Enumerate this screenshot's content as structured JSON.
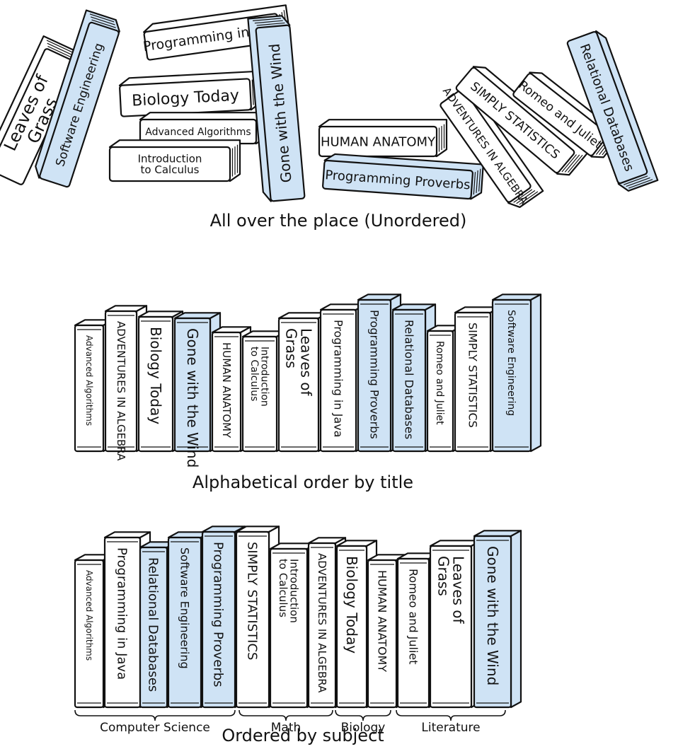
{
  "colors": {
    "blue": "#cfe3f5",
    "white": "#ffffff",
    "ink": "#111111"
  },
  "section1": {
    "caption": "All over the place (Unordered)",
    "books": [
      {
        "title": "Leaves of Grass",
        "lines": [
          "Leaves of",
          "Grass"
        ],
        "color": "white"
      },
      {
        "title": "Software Engineering",
        "lines": [
          "Software Engineering"
        ],
        "color": "blue"
      },
      {
        "title": "Programming in Java",
        "lines": [
          "Programming in Java"
        ],
        "color": "white"
      },
      {
        "title": "Biology Today",
        "lines": [
          "Biology Today"
        ],
        "color": "white"
      },
      {
        "title": "Advanced Algorithms",
        "lines": [
          "Advanced Algorithms"
        ],
        "color": "white"
      },
      {
        "title": "Introduction to Calculus",
        "lines": [
          "Introduction",
          "to Calculus"
        ],
        "color": "white"
      },
      {
        "title": "Gone with the Wind",
        "lines": [
          "Gone with the Wind"
        ],
        "color": "blue"
      },
      {
        "title": "HUMAN ANATOMY",
        "lines": [
          "HUMAN ANATOMY"
        ],
        "color": "white"
      },
      {
        "title": "Programming Proverbs",
        "lines": [
          "Programming Proverbs"
        ],
        "color": "blue"
      },
      {
        "title": "ADVENTURES IN ALGEBRA",
        "lines": [
          "ADVENTURES IN ALGEBRA"
        ],
        "color": "white"
      },
      {
        "title": "SIMPLY STATISTICS",
        "lines": [
          "SIMPLY STATISTICS"
        ],
        "color": "white"
      },
      {
        "title": "Romeo and Juliet",
        "lines": [
          "Romeo and Juliet"
        ],
        "color": "white"
      },
      {
        "title": "Relational Databases",
        "lines": [
          "Relational Databases"
        ],
        "color": "blue"
      }
    ]
  },
  "section2": {
    "caption": "Alphabetical order by title",
    "books": [
      {
        "lines": [
          "Advanced Algorithms"
        ],
        "color": "white"
      },
      {
        "lines": [
          "ADVENTURES IN ALGEBRA"
        ],
        "color": "white"
      },
      {
        "lines": [
          "Biology Today"
        ],
        "color": "white"
      },
      {
        "lines": [
          "Gone with the Wind"
        ],
        "color": "blue"
      },
      {
        "lines": [
          "HUMAN ANATOMY"
        ],
        "color": "white"
      },
      {
        "lines": [
          "Introduction",
          "to Calculus"
        ],
        "color": "white"
      },
      {
        "lines": [
          "Leaves of",
          "Grass"
        ],
        "color": "white"
      },
      {
        "lines": [
          "Programming in Java"
        ],
        "color": "white"
      },
      {
        "lines": [
          "Programming Proverbs"
        ],
        "color": "blue"
      },
      {
        "lines": [
          "Relational Databases"
        ],
        "color": "blue"
      },
      {
        "lines": [
          "Romeo and Juliet"
        ],
        "color": "white"
      },
      {
        "lines": [
          "SIMPLY STATISTICS"
        ],
        "color": "white"
      },
      {
        "lines": [
          "Software Engineering"
        ],
        "color": "blue"
      }
    ]
  },
  "section3": {
    "caption": "Ordered by subject",
    "books": [
      {
        "lines": [
          "Advanced Algorithms"
        ],
        "color": "white"
      },
      {
        "lines": [
          "Programming in Java"
        ],
        "color": "white"
      },
      {
        "lines": [
          "Relational Databases"
        ],
        "color": "blue"
      },
      {
        "lines": [
          "Software Engineering"
        ],
        "color": "blue"
      },
      {
        "lines": [
          "Programming Proverbs"
        ],
        "color": "blue"
      },
      {
        "lines": [
          "SIMPLY STATISTICS"
        ],
        "color": "white"
      },
      {
        "lines": [
          "Introduction",
          "to Calculus"
        ],
        "color": "white"
      },
      {
        "lines": [
          "ADVENTURES IN ALGEBRA"
        ],
        "color": "white"
      },
      {
        "lines": [
          "Biology Today"
        ],
        "color": "white"
      },
      {
        "lines": [
          "HUMAN ANATOMY"
        ],
        "color": "white"
      },
      {
        "lines": [
          "Romeo and Juliet"
        ],
        "color": "white"
      },
      {
        "lines": [
          "Leaves of",
          "Grass"
        ],
        "color": "white"
      },
      {
        "lines": [
          "Gone with the Wind"
        ],
        "color": "blue"
      }
    ],
    "groups": [
      {
        "label": "Computer Science"
      },
      {
        "label": "Math"
      },
      {
        "label": "Biology"
      },
      {
        "label": "Literature"
      }
    ]
  }
}
